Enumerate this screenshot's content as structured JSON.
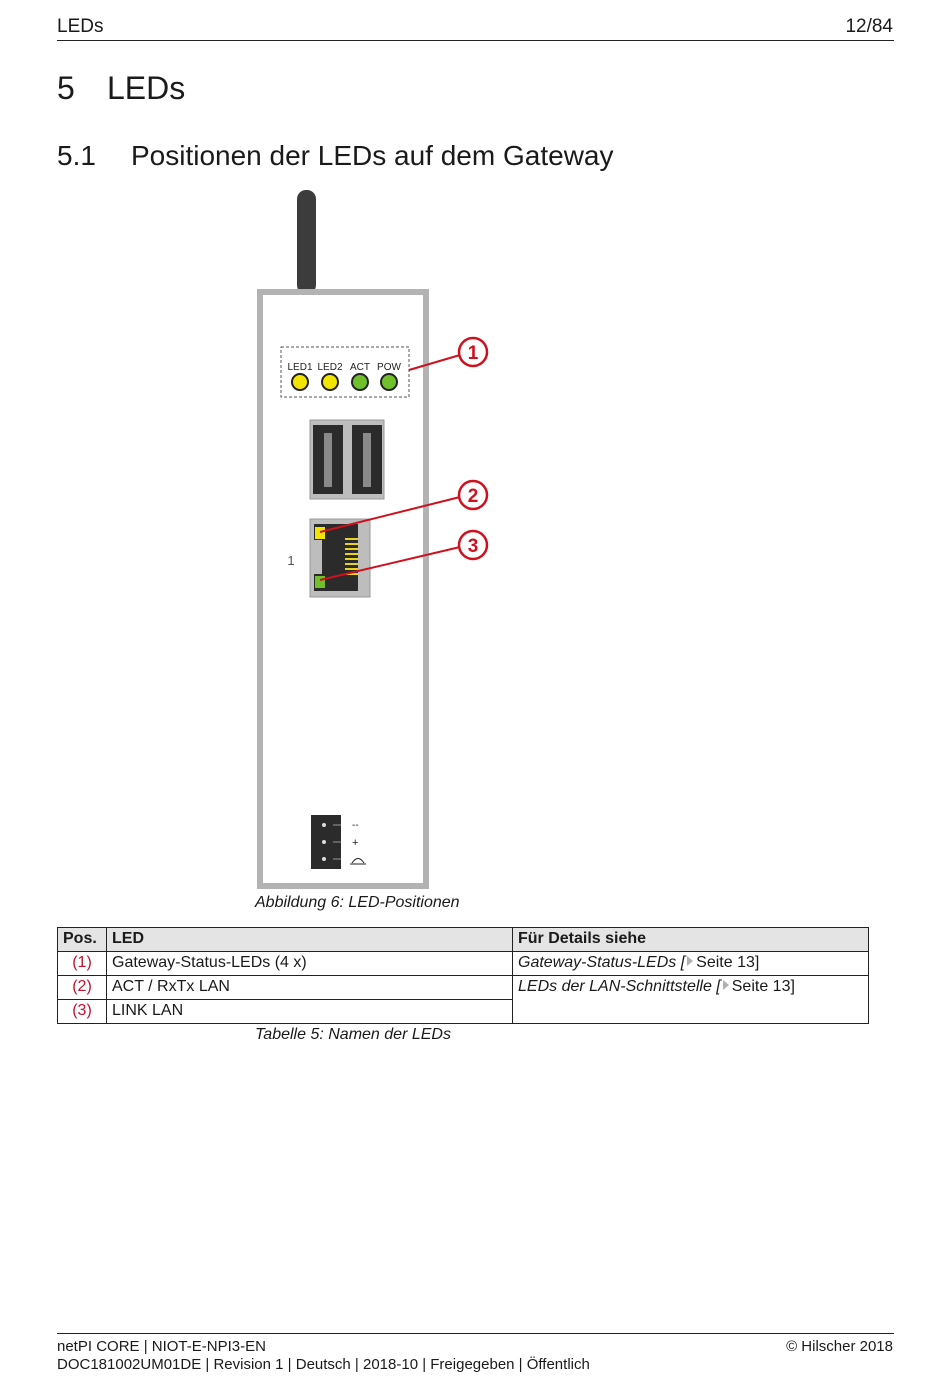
{
  "header": {
    "section": "LEDs",
    "page": "12/84"
  },
  "heading1": {
    "number": "5",
    "title": "LEDs"
  },
  "heading2": {
    "number": "5.1",
    "title": "Positionen der LEDs auf dem Gateway"
  },
  "figure": {
    "caption": "Abbildung 6: LED-Positionen",
    "led_labels": [
      "LED1",
      "LED2",
      "ACT",
      "POW"
    ],
    "led_colors": [
      "#f2e600",
      "#f2e600",
      "#6fc02a",
      "#6fc02a"
    ],
    "callouts": [
      "1",
      "2",
      "3"
    ],
    "port_label": "1",
    "power_pins": [
      "--",
      "+"
    ],
    "accent_red": "#d0101e"
  },
  "table": {
    "headers": {
      "pos": "Pos.",
      "led": "LED",
      "details": "Für Details siehe"
    },
    "rows": [
      {
        "pos": "(1)",
        "led": "Gateway-Status-LEDs (4 x)",
        "ref_title": "Gateway-Status-LEDs",
        "ref_page": "Seite 13"
      },
      {
        "pos": "(2)",
        "led": "ACT / RxTx LAN",
        "ref_title": "LEDs der LAN-Schnittstelle",
        "ref_page": "Seite 13"
      },
      {
        "pos": "(3)",
        "led": "LINK LAN"
      }
    ],
    "caption": "Tabelle 5: Namen der LEDs"
  },
  "footer": {
    "line1": "netPI CORE | NIOT-E-NPI3-EN",
    "line2": "DOC181002UM01DE | Revision 1 | Deutsch | 2018-10 | Freigegeben | Öffentlich",
    "copyright": "© Hilscher 2018"
  }
}
